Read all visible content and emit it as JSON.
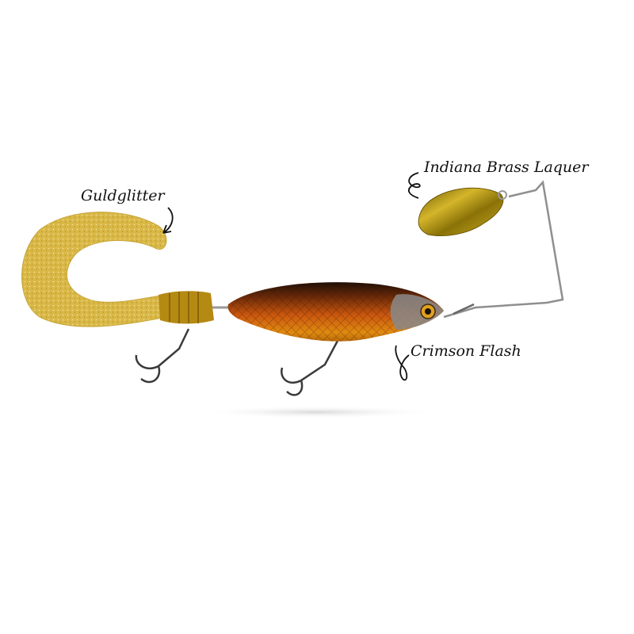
{
  "image": {
    "description": "Spinnerbait fishing lure with curly tail, crankbait-style body and spinner blade, annotated with color names",
    "background": "#ffffff"
  },
  "labels": {
    "blade": "Indiana Brass Laquer",
    "tail": "Guldglitter",
    "body": "Crimson Flash"
  },
  "colors": {
    "tail_gold": "#d9b847",
    "body_orange": "#c8570f",
    "body_dark": "#2a140a",
    "blade_brass": "#a88d12",
    "wire": "#9a9a9a"
  }
}
